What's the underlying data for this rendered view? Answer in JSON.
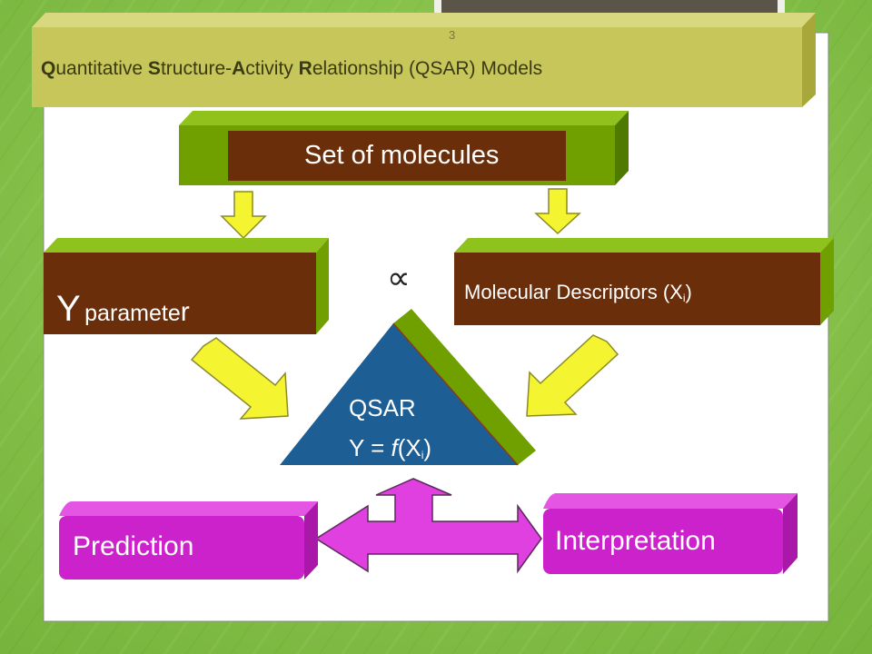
{
  "slide": {
    "number": "3",
    "title_parts": [
      {
        "text": "Q",
        "bold": true
      },
      {
        "text": "uantitative ",
        "bold": false
      },
      {
        "text": "S",
        "bold": true
      },
      {
        "text": "tructure-",
        "bold": false
      },
      {
        "text": "A",
        "bold": true
      },
      {
        "text": "ctivity ",
        "bold": false
      },
      {
        "text": "R",
        "bold": true
      },
      {
        "text": "elationship (QSAR) Models",
        "bold": false
      }
    ]
  },
  "diagram": {
    "set_of_molecules": "Set of molecules",
    "y_parameter": {
      "y": "Y",
      "middle": "paramete",
      "last": "r"
    },
    "descriptors": {
      "text": "Molecular Descriptors (X",
      "sub": "i",
      "close": ")"
    },
    "proportional_symbol": "∝",
    "qsar": {
      "line1": "QSAR",
      "line2_pre": "Y = ",
      "line2_f": "f",
      "line2_mid": "(X",
      "line2_sub": "i",
      "line2_close": ")"
    },
    "prediction": "Prediction",
    "interpretation": "Interpretation"
  },
  "colors": {
    "background": "#8cc84b",
    "title_bar": "#c6c65a",
    "green_box": "#6fa000",
    "brown_box": "#6b2e0a",
    "triangle": "#1d5e94",
    "arrow_yellow": "#f4f430",
    "magenta": "#cc22cc"
  }
}
